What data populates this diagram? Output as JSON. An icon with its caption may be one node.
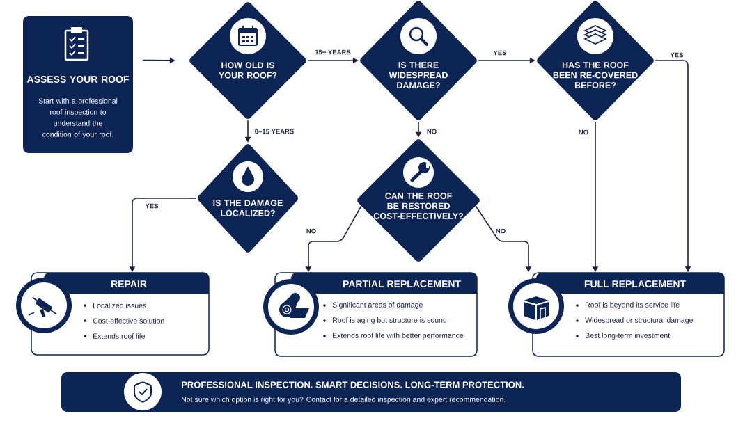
{
  "diagram": {
    "nodes": [
      {
        "text": [
          "ASSESS YOUR ROOF",
          "Start with a professional roof inspection to understand the condition of your roof."
        ]
      },
      {
        "text": [
          "HOW OLD IS YOUR ROOF?"
        ]
      },
      {
        "text": [
          "IS THERE WIDESPREAD DAMAGE?"
        ]
      },
      {
        "text": [
          "HAS THE ROOF BEEN RE-COVERED BEFORE?"
        ]
      },
      {
        "text": [
          "IS THE DAMAGE LOCALIZED?"
        ]
      },
      {
        "text": [
          "CAN THE ROOF BE RESTORED COST-EFFECTIVELY?"
        ]
      },
      {
        "text": [
          "REPAIR",
          "Localized issues",
          "Cost-effective solution",
          "Extends roof life"
        ]
      },
      {
        "text": [
          "PARTIAL REPLACEMENT",
          "Significant areas of damage",
          "Roof is aging but structure is sound",
          "Extends roof life with better performance"
        ]
      },
      {
        "text": [
          "FULL REPLACEMENT",
          "Roof is beyond its service life",
          "Widespread or structural damage",
          "Best long-term investment"
        ]
      },
      {
        "text": [
          "PROFESSIONAL INSPECTION. SMART DECISIONS. LONG-TERM PROTECTION.",
          "Not sure which option is right for you? Contact for a detailed inspection and expert recommendation."
        ]
      }
    ],
    "edges": [
      {
        "from": 0,
        "to": 1,
        "arrow": "to"
      },
      {
        "from": 1,
        "to": 2,
        "arrow": "to",
        "label": "15+ YEARS"
      },
      {
        "from": 1,
        "to": 4,
        "arrow": "to",
        "label": "0–15 YEARS"
      },
      {
        "from": 2,
        "to": 3,
        "arrow": "to",
        "label": "YES"
      },
      {
        "from": 2,
        "to": 5,
        "arrow": "to",
        "label": "NO"
      },
      {
        "from": 3,
        "to": 8,
        "arrow": "to",
        "label": "YES"
      },
      {
        "from": 3,
        "to": 8,
        "arrow": "to",
        "label": "NO"
      },
      {
        "from": 4,
        "to": 6,
        "arrow": "to",
        "label": "YES"
      },
      {
        "from": 5,
        "to": 7,
        "arrow": "to",
        "label": "NO"
      },
      {
        "from": 5,
        "to": 8,
        "arrow": "to",
        "label": "NO"
      }
    ]
  }
}
